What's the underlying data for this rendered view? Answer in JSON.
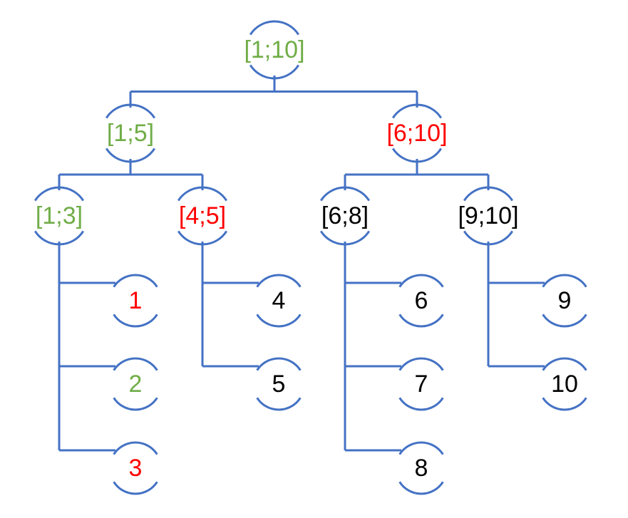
{
  "colors": {
    "line": "#4472C4",
    "green": "#70AD47",
    "red": "#FF0000",
    "black": "#000000"
  },
  "nodes": [
    {
      "id": "n-1-10",
      "label": "[1;10]",
      "color": "green"
    },
    {
      "id": "n-1-5",
      "label": "[1;5]",
      "color": "green"
    },
    {
      "id": "n-6-10",
      "label": "[6;10]",
      "color": "red"
    },
    {
      "id": "n-1-3",
      "label": "[1;3]",
      "color": "green"
    },
    {
      "id": "n-4-5",
      "label": "[4;5]",
      "color": "red"
    },
    {
      "id": "n-6-8",
      "label": "[6;8]",
      "color": "black"
    },
    {
      "id": "n-9-10",
      "label": "[9;10]",
      "color": "black"
    },
    {
      "id": "leaf-1",
      "label": "1",
      "color": "red"
    },
    {
      "id": "leaf-2",
      "label": "2",
      "color": "green"
    },
    {
      "id": "leaf-3",
      "label": "3",
      "color": "red"
    },
    {
      "id": "leaf-4",
      "label": "4",
      "color": "black"
    },
    {
      "id": "leaf-5",
      "label": "5",
      "color": "black"
    },
    {
      "id": "leaf-6",
      "label": "6",
      "color": "black"
    },
    {
      "id": "leaf-7",
      "label": "7",
      "color": "black"
    },
    {
      "id": "leaf-8",
      "label": "8",
      "color": "black"
    },
    {
      "id": "leaf-9",
      "label": "9",
      "color": "black"
    },
    {
      "id": "leaf-10",
      "label": "10",
      "color": "black"
    }
  ],
  "edges": [
    [
      "n-1-10",
      "n-1-5"
    ],
    [
      "n-1-10",
      "n-6-10"
    ],
    [
      "n-1-5",
      "n-1-3"
    ],
    [
      "n-1-5",
      "n-4-5"
    ],
    [
      "n-6-10",
      "n-6-8"
    ],
    [
      "n-6-10",
      "n-9-10"
    ],
    [
      "n-1-3",
      "leaf-1"
    ],
    [
      "n-1-3",
      "leaf-2"
    ],
    [
      "n-1-3",
      "leaf-3"
    ],
    [
      "n-4-5",
      "leaf-4"
    ],
    [
      "n-4-5",
      "leaf-5"
    ],
    [
      "n-6-8",
      "leaf-6"
    ],
    [
      "n-6-8",
      "leaf-7"
    ],
    [
      "n-6-8",
      "leaf-8"
    ],
    [
      "n-9-10",
      "leaf-9"
    ],
    [
      "n-9-10",
      "leaf-10"
    ]
  ]
}
